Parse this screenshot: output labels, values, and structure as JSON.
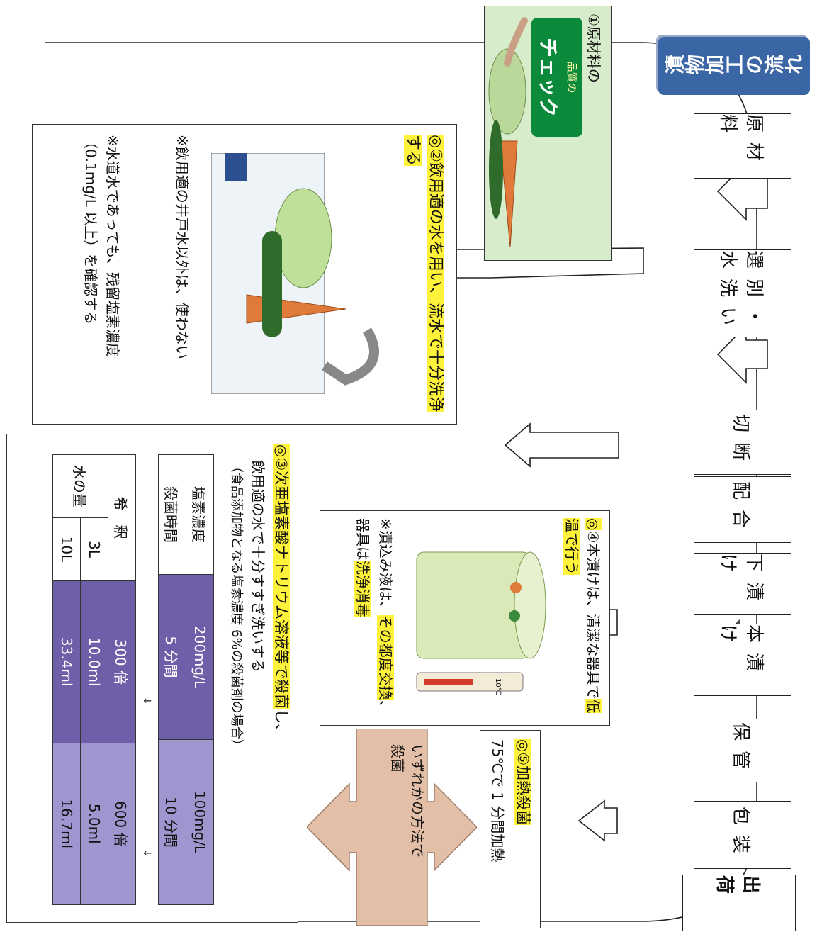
{
  "title": "漬物加工の流れ",
  "flow": {
    "steps": [
      "原材料",
      "選別・水洗い",
      "切断",
      "配合",
      "下漬け",
      "本漬け",
      "保管",
      "包装",
      "出荷"
    ]
  },
  "step1": {
    "number": "①",
    "label": "原材料の",
    "badge_top": "品質の",
    "badge_main": "チェック"
  },
  "step2": {
    "mark": "◎",
    "text_a": "②飲用適の水を用い、",
    "text_b": "流水で十分洗浄する",
    "note1": "※飲用適の井戸水以外は、使わない",
    "note2": "※水道水であっても、残留塩素濃度（0.1mg/L 以上）を確認する"
  },
  "step3": {
    "mark": "◎",
    "heading": "③次亜塩素酸ナトリウム溶液等で殺菌",
    "heading_tail": "し、",
    "line2": "飲用適の水で十分すすぎ洗いする",
    "line3": "（食品添加物となる塩素濃度 6%の殺菌剤の場合）",
    "table": {
      "rows": [
        {
          "label": "塩素濃度",
          "v1": "200mg/L",
          "v2": "100mg/L"
        },
        {
          "label": "殺菌時間",
          "v1": "5 分間",
          "v2": "10 分間"
        }
      ],
      "dilution_label": "希　釈",
      "dilution_v1": "300 倍",
      "dilution_v2": "600 倍",
      "water_label": "水の量",
      "water_rows": [
        {
          "volume": "3L",
          "v1": "10.0ml",
          "v2": "5.0ml"
        },
        {
          "volume": "10L",
          "v1": "33.4ml",
          "v2": "16.7ml"
        }
      ],
      "arrow": "↓"
    }
  },
  "step4": {
    "mark": "◎",
    "line1a": "④本漬けは、清潔な",
    "line1b": "器具で",
    "line1c": "低温で行う",
    "note_a": "※漬込み液は、",
    "note_b": "その",
    "note_c": "都度交換",
    "note_d": "、器具は",
    "note_e": "洗浄消毒",
    "thermometer": "10℃"
  },
  "step5": {
    "mark": "◎",
    "heading": "⑤加熱殺菌",
    "line2": "75℃で 1 分間加熱"
  },
  "either": {
    "line1": "いずれかの方法で",
    "line2": "殺菌"
  },
  "colors": {
    "title_bg": "#3b66a6",
    "badge_bg": "#0b8a3c",
    "step1_bg": "#d7eccb",
    "cross": "#e3bfa7"
  }
}
